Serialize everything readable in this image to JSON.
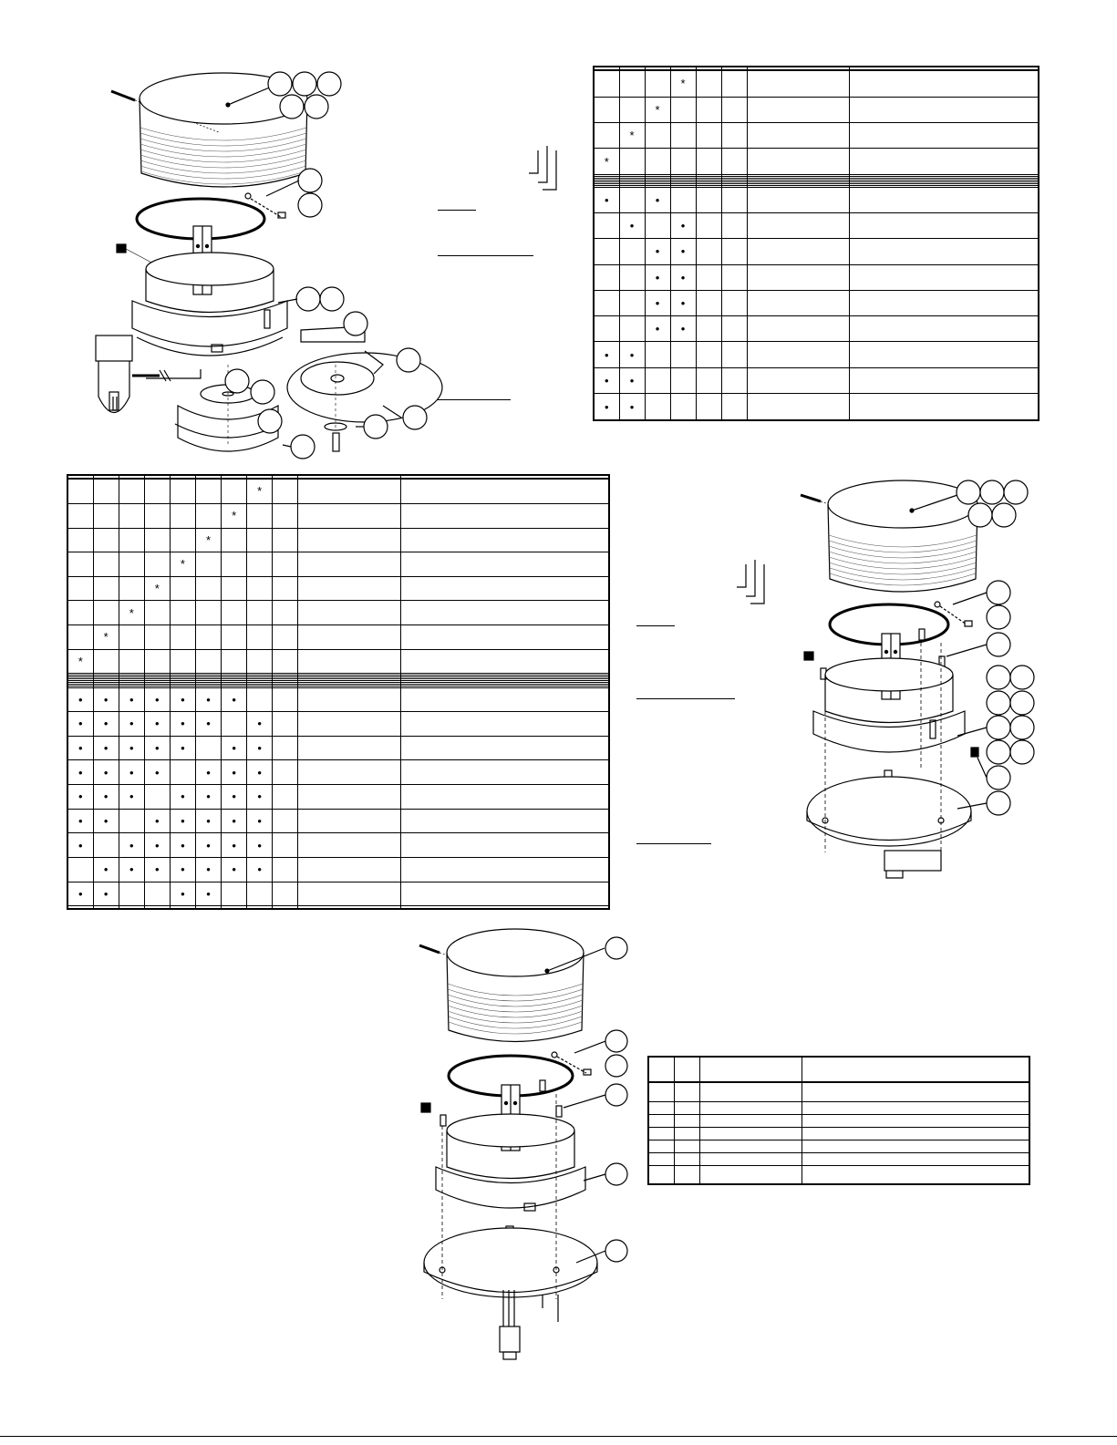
{
  "title": "",
  "table_top_right": {
    "columns": 8,
    "cells": [
      [
        "",
        "",
        "",
        "",
        "",
        "",
        "",
        ""
      ],
      [
        "",
        "",
        "",
        "*",
        "",
        "",
        "",
        ""
      ],
      [
        "",
        "",
        "*",
        "",
        "",
        "",
        "",
        ""
      ],
      [
        "",
        "*",
        "",
        "",
        "",
        "",
        "",
        ""
      ],
      [
        "*",
        "",
        "",
        "",
        "",
        "",
        "",
        ""
      ],
      [
        "",
        "",
        "",
        "",
        "",
        "",
        "",
        ""
      ],
      [
        "",
        "",
        "",
        "",
        "",
        "",
        "",
        ""
      ],
      [
        "",
        "",
        "",
        "",
        "",
        "",
        "",
        ""
      ],
      [
        "",
        "",
        "",
        "",
        "",
        "",
        "",
        ""
      ],
      [
        "",
        "",
        "",
        "",
        "",
        "",
        "",
        ""
      ],
      [
        "",
        "",
        "",
        "",
        "",
        "",
        "",
        ""
      ],
      [
        "",
        "",
        "",
        "",
        "",
        "",
        "",
        ""
      ],
      [
        "•",
        "",
        "•",
        "",
        "",
        "",
        "",
        ""
      ],
      [
        "",
        "•",
        "",
        "•",
        "",
        "",
        "",
        ""
      ],
      [
        "",
        "",
        "•",
        "•",
        "",
        "",
        "",
        ""
      ],
      [
        "",
        "",
        "•",
        "•",
        "",
        "",
        "",
        ""
      ],
      [
        "",
        "",
        "•",
        "•",
        "",
        "",
        "",
        ""
      ],
      [
        "",
        "",
        "•",
        "•",
        "",
        "",
        "",
        ""
      ],
      [
        "•",
        "•",
        "",
        "",
        "",
        "",
        "",
        ""
      ],
      [
        "•",
        "•",
        "",
        "",
        "",
        "",
        "",
        ""
      ],
      [
        "•",
        "•",
        "",
        "",
        "",
        "",
        "",
        ""
      ]
    ]
  },
  "table_middle_left": {
    "columns": 11,
    "cells": [
      [
        "",
        "",
        "",
        "",
        "",
        "",
        "",
        "",
        "",
        "",
        ""
      ],
      [
        "",
        "",
        "",
        "",
        "",
        "",
        "",
        "*",
        "",
        "",
        ""
      ],
      [
        "",
        "",
        "",
        "",
        "",
        "",
        "*",
        "",
        "",
        "",
        ""
      ],
      [
        "",
        "",
        "",
        "",
        "",
        "*",
        "",
        "",
        "",
        "",
        ""
      ],
      [
        "",
        "",
        "",
        "",
        "*",
        "",
        "",
        "",
        "",
        "",
        ""
      ],
      [
        "",
        "",
        "",
        "*",
        "",
        "",
        "",
        "",
        "",
        "",
        ""
      ],
      [
        "",
        "",
        "*",
        "",
        "",
        "",
        "",
        "",
        "",
        "",
        ""
      ],
      [
        "",
        "*",
        "",
        "",
        "",
        "",
        "",
        "",
        "",
        "",
        ""
      ],
      [
        "*",
        "",
        "",
        "",
        "",
        "",
        "",
        "",
        "",
        "",
        ""
      ],
      [
        "",
        "",
        "",
        "",
        "",
        "",
        "",
        "",
        "",
        "",
        ""
      ],
      [
        "",
        "",
        "",
        "",
        "",
        "",
        "",
        "",
        "",
        "",
        ""
      ],
      [
        "",
        "",
        "",
        "",
        "",
        "",
        "",
        "",
        "",
        "",
        ""
      ],
      [
        "",
        "",
        "",
        "",
        "",
        "",
        "",
        "",
        "",
        "",
        ""
      ],
      [
        "",
        "",
        "",
        "",
        "",
        "",
        "",
        "",
        "",
        "",
        ""
      ],
      [
        "",
        "",
        "",
        "",
        "",
        "",
        "",
        "",
        "",
        "",
        ""
      ],
      [
        "",
        "",
        "",
        "",
        "",
        "",
        "",
        "",
        "",
        "",
        ""
      ],
      [
        "",
        "",
        "",
        "",
        "",
        "",
        "",
        "",
        "",
        "",
        ""
      ],
      [
        "•",
        "•",
        "•",
        "•",
        "•",
        "•",
        "•",
        "",
        "",
        "",
        ""
      ],
      [
        "•",
        "•",
        "•",
        "•",
        "•",
        "•",
        "",
        "•",
        "",
        "",
        ""
      ],
      [
        "•",
        "•",
        "•",
        "•",
        "•",
        "",
        "•",
        "•",
        "",
        "",
        ""
      ],
      [
        "•",
        "•",
        "•",
        "•",
        "",
        "•",
        "•",
        "•",
        "",
        "",
        ""
      ],
      [
        "•",
        "•",
        "•",
        "",
        "•",
        "•",
        "•",
        "•",
        "",
        "",
        ""
      ],
      [
        "•",
        "•",
        "",
        "•",
        "•",
        "•",
        "•",
        "•",
        "",
        "",
        ""
      ],
      [
        "•",
        "",
        "•",
        "•",
        "•",
        "•",
        "•",
        "•",
        "",
        "",
        ""
      ],
      [
        "",
        "•",
        "•",
        "•",
        "•",
        "•",
        "•",
        "•",
        "",
        "",
        ""
      ],
      [
        "•",
        "•",
        "",
        "",
        "•",
        "•",
        "",
        "",
        "",
        "",
        ""
      ],
      [
        "",
        "",
        "",
        "",
        "",
        "",
        "",
        "",
        "",
        "",
        ""
      ]
    ]
  },
  "table_bottom_right": {
    "columns": 4,
    "cells": [
      [
        "",
        "",
        "",
        ""
      ],
      [
        "",
        "",
        "",
        ""
      ],
      [
        "",
        "",
        "",
        ""
      ],
      [
        "",
        "",
        "",
        ""
      ],
      [
        "",
        "",
        "",
        ""
      ],
      [
        "",
        "",
        "",
        ""
      ],
      [
        "",
        "",
        "",
        ""
      ],
      [
        "",
        "",
        "",
        ""
      ]
    ]
  },
  "drawings": {
    "top_left": "exploded-beacon-magnet-and-suction-mount",
    "middle_right": "exploded-beacon-permanent-mount",
    "bottom_center": "exploded-beacon-permanent-mount-with-connector"
  }
}
